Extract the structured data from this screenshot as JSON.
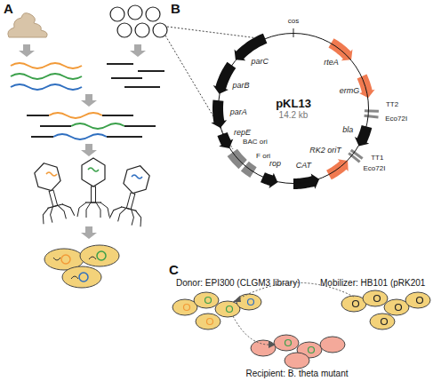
{
  "diagram": {
    "nodes": [
      {
        "text": [
          "pKL13",
          "14.2 kb"
        ]
      }
    ],
    "labels": [
      "A",
      "B",
      "C",
      "cos",
      "parC",
      "parB",
      "parA",
      "repE",
      "BAC ori",
      "F ori",
      "rop",
      "CAT",
      "bla",
      "RK2 oriT",
      "TT1",
      "Eco72I",
      "Eco72I",
      "TT2",
      "ermG",
      "rteA",
      "Donor: EPI300 (CLGM3 library)",
      "Mobilizer: HB101 (pRK201",
      "Recipient: B. theta mutant"
    ]
  }
}
